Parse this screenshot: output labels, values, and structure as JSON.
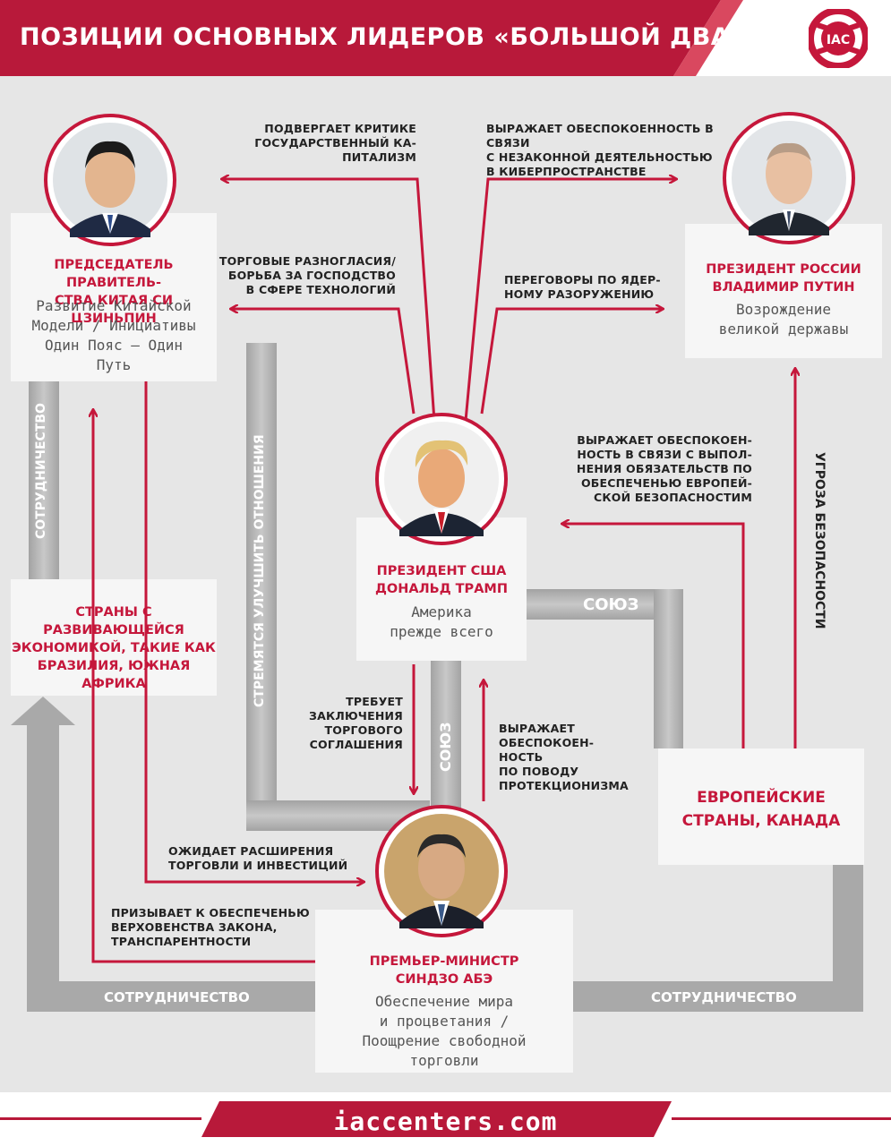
{
  "header": {
    "title": "ПОЗИЦИИ ОСНОВНЫХ ЛИДЕРОВ «БОЛЬШОЙ ДВАДЦАТКИ»",
    "logo_text": "IAC"
  },
  "colors": {
    "accent": "#c5173b",
    "header_band": "#b8193a",
    "arrow": "#c5173b",
    "gray_band": "#a9a9a9",
    "box": "#f6f6f6",
    "background": "#e6e6e6"
  },
  "nodes": {
    "xi": {
      "name": "ПРЕДСЕДАТЕЛЬ ПРАВИТЕЛЬ-\nСТВА КИТАЯ СИ ЦЗИНЬПИН",
      "slogan": "Развитие Китайской\nМодели / Инициативы\nОдин Пояс – Один\nПуть"
    },
    "putin": {
      "name": "ПРЕЗИДЕНТ РОССИИ\nВЛАДИМИР ПУТИН",
      "slogan": "Возрождение\nвеликой державы"
    },
    "trump": {
      "name": "ПРЕЗИДЕНТ США\nДОНАЛЬД ТРАМП",
      "slogan": "Америка\nпрежде всего"
    },
    "abe": {
      "name": "ПРЕМЬЕР-МИНИСТР\nСИНДЗО АБЭ",
      "slogan": "Обеспечение мира\nи процветания /\nПоощрение свободной\nторговли"
    },
    "developing": {
      "name": "СТРАНЫ С РАЗВИВАЮЩЕЙСЯ\nЭКОНОМИКОЙ, ТАКИЕ КАК\nБРАЗИЛИЯ, ЮЖНАЯ\nАФРИКА"
    },
    "europe": {
      "name": "ЕВРОПЕЙСКИЕ\nСТРАНЫ, КАНАДА"
    }
  },
  "labels": {
    "criticism": "ПОДВЕРГАЕТ КРИТИКЕ\nГОСУДАРСТВЕННЫЙ КА-\nПИТАЛИЗМ",
    "cyber": "ВЫРАЖАЕТ ОБЕСПОКОЕННОСТЬ В СВЯЗИ\nС НЕЗАКОННОЙ ДЕЯТЕЛЬНОСТЬЮ\nВ КИБЕРПРОСТРАНСТВЕ",
    "trade_disputes": "ТОРГОВЫЕ РАЗНОГЛАСИЯ/\nБОРЬБА ЗА ГОСПОДСТВО\nВ СФЕРЕ ТЕХНОЛОГИЙ",
    "nuclear": "ПЕРЕГОВОРЫ ПО ЯДЕР-\nНОМУ РАЗОРУЖЕНИЮ",
    "eu_security": "ВЫРАЖАЕТ ОБЕСПОКОЕН-\nНОСТЬ В СВЯЗИ С ВЫПОЛ-\nНЕНИЯ ОБЯЗАТЕЛЬСТВ ПО\nОБЕСПЕЧЕНЬЮ ЕВРОПЕЙ-\nСКОЙ БЕЗОПАСНОСТИМ",
    "trade_deal": "ТРЕБУЕТ\nЗАКЛЮЧЕНИЯ\nТОРГОВОГО\nСОГЛАШЕНИЯ",
    "protectionism": "ВЫРАЖАЕТ\nОБЕСПОКОЕН-\nНОСТЬ\nПО ПОВОДУ\nПРОТЕКЦИОНИЗМА",
    "expects_trade": "ОЖИДАЕТ РАСШИРЕНИЯ\nТОРГОВЛИ И ИНВЕСТИЦИЙ",
    "rule_of_law": "ПРИЗЫВАЕТ К ОБЕСПЕЧЕНЬЮ\nВЕРХОВЕНСТВА ЗАКОНА,\nТРАНСПАРЕНТНОСТИ",
    "cooperation_left_vertical": "СОТРУДНИЧЕСТВО",
    "improve_relations": "СТРЕМЯТСЯ УЛУЧШИТЬ ОТНОШЕНИЯ",
    "security_threat": "УГРОЗА БЕЗОПАСНОСТИ",
    "alliance_h": "СОЮЗ",
    "alliance_v": "СОЮЗ",
    "cooperation_bottom_left": "СОТРУДНИЧЕСТВО",
    "cooperation_bottom_right": "СОТРУДНИЧЕСТВО"
  },
  "footer": {
    "url": "iaccenters.com"
  }
}
